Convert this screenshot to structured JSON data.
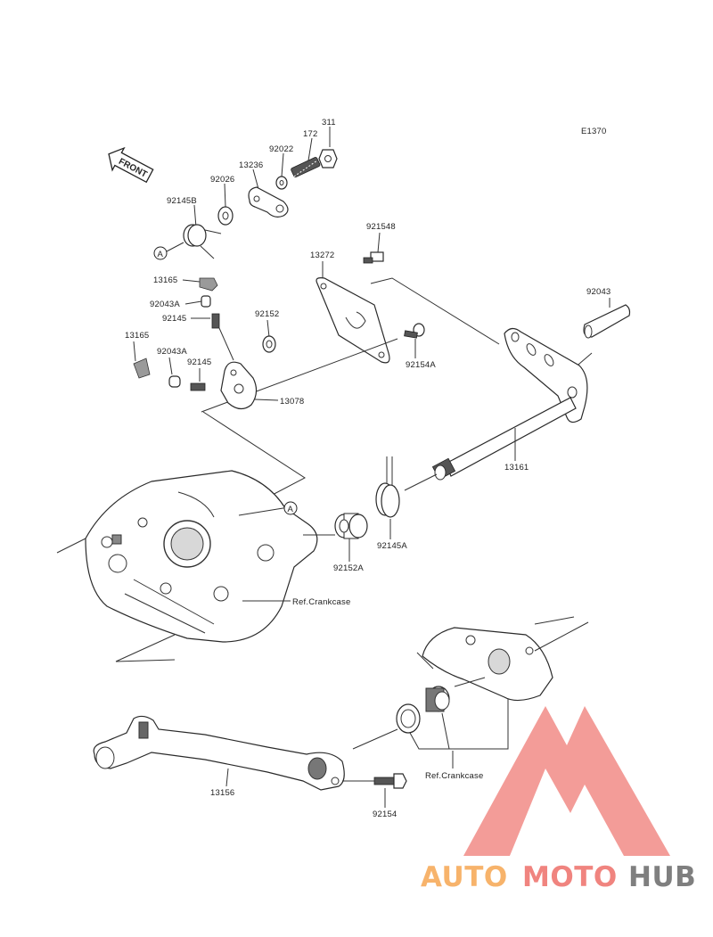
{
  "diagram_code": "E1370",
  "front_arrow_text": "FRONT",
  "callout_letter": "A",
  "parts": {
    "p311": "311",
    "p172": "172",
    "p92022": "92022",
    "p13236": "13236",
    "p92026": "92026",
    "p92145B": "92145B",
    "p921548": "921548",
    "p13272": "13272",
    "p92043": "92043",
    "p13165a": "13165",
    "p92043Aa": "92043A",
    "p92145a": "92145",
    "p92152": "92152",
    "p13165b": "13165",
    "p92043Ab": "92043A",
    "p92145b": "92145",
    "p92154A": "92154A",
    "p13078": "13078",
    "p13161": "13161",
    "p92145A": "92145A",
    "p92152A": "92152A",
    "p13156": "13156",
    "p92154": "92154"
  },
  "refs": {
    "crankcase_upper": "Ref.Crankcase",
    "crankcase_lower": "Ref.Crankcase"
  },
  "watermark": {
    "part1": "AUTO",
    "part2": "MOTO",
    "part3": "HUB",
    "color_orange": "#f7b36b",
    "color_red": "#f0847f",
    "color_gray": "#7f7f7f"
  }
}
